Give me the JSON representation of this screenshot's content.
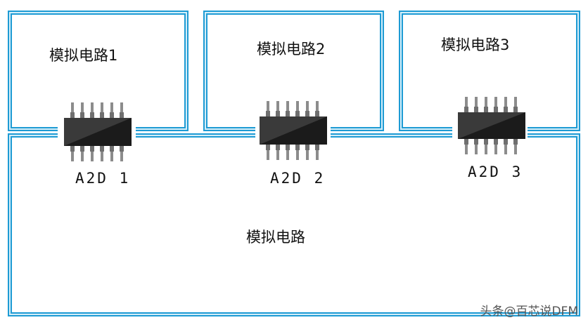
{
  "colors": {
    "trace_outer": "#1e9bd4",
    "trace_inner": "#d4eef9",
    "chip_body": "#1b1b1b",
    "chip_pin": "#8c8c8c"
  },
  "regions": {
    "circuit1": "模拟电路1",
    "circuit2": "模拟电路2",
    "circuit3": "模拟电路3",
    "main": "模拟电路"
  },
  "chips": [
    {
      "label": "A2D 1"
    },
    {
      "label": "A2D 2"
    },
    {
      "label": "A2D 3"
    }
  ],
  "watermark": "头条@百芯说DFM"
}
